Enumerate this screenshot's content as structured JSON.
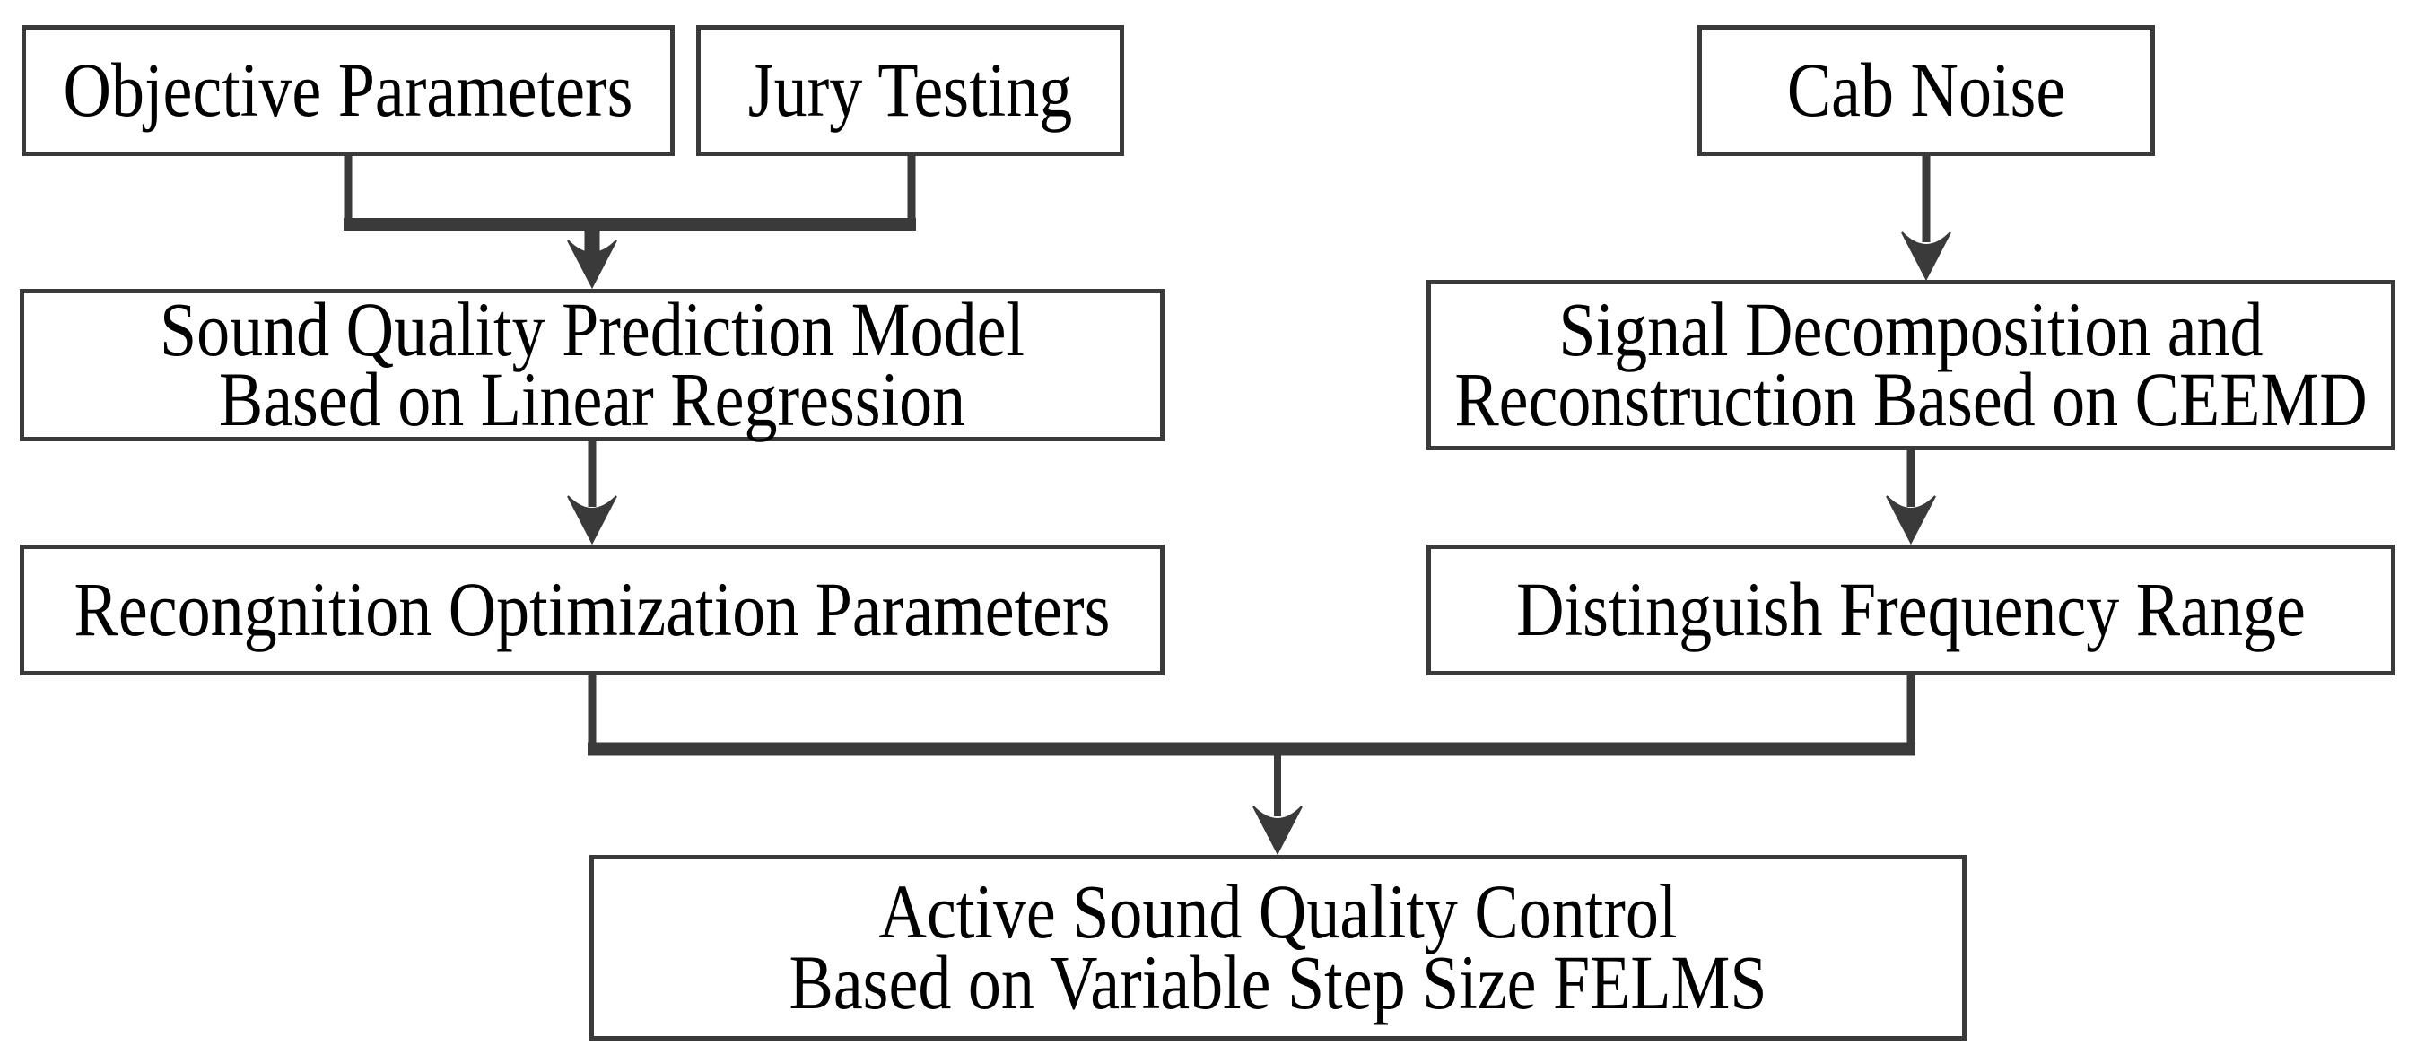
{
  "diagram": {
    "boxes": {
      "objective_parameters": {
        "label": "Objective Parameters"
      },
      "jury_testing": {
        "label": "Jury Testing"
      },
      "cab_noise": {
        "label": "Cab Noise"
      },
      "sound_quality_prediction_model": {
        "line1": "Sound Quality Prediction Model",
        "line2": "Based on Linear Regression"
      },
      "signal_decomposition": {
        "line1": "Signal Decomposition and",
        "line2": "Reconstruction Based on CEEMD"
      },
      "recognition_optimization": {
        "label": "Recongnition Optimization Parameters"
      },
      "distinguish_frequency": {
        "label": "Distinguish Frequency Range"
      },
      "active_sound_quality_control": {
        "line1": "Active Sound Quality Control",
        "line2": "Based on Variable Step Size FELMS"
      }
    },
    "edges": [
      {
        "from": "objective_parameters",
        "to": "sound_quality_prediction_model"
      },
      {
        "from": "jury_testing",
        "to": "sound_quality_prediction_model"
      },
      {
        "from": "cab_noise",
        "to": "signal_decomposition"
      },
      {
        "from": "sound_quality_prediction_model",
        "to": "recognition_optimization"
      },
      {
        "from": "signal_decomposition",
        "to": "distinguish_frequency"
      },
      {
        "from": "recognition_optimization",
        "to": "active_sound_quality_control"
      },
      {
        "from": "distinguish_frequency",
        "to": "active_sound_quality_control"
      }
    ],
    "colors": {
      "line": "#3a3a3a",
      "text": "#000000",
      "background": "#ffffff"
    }
  }
}
